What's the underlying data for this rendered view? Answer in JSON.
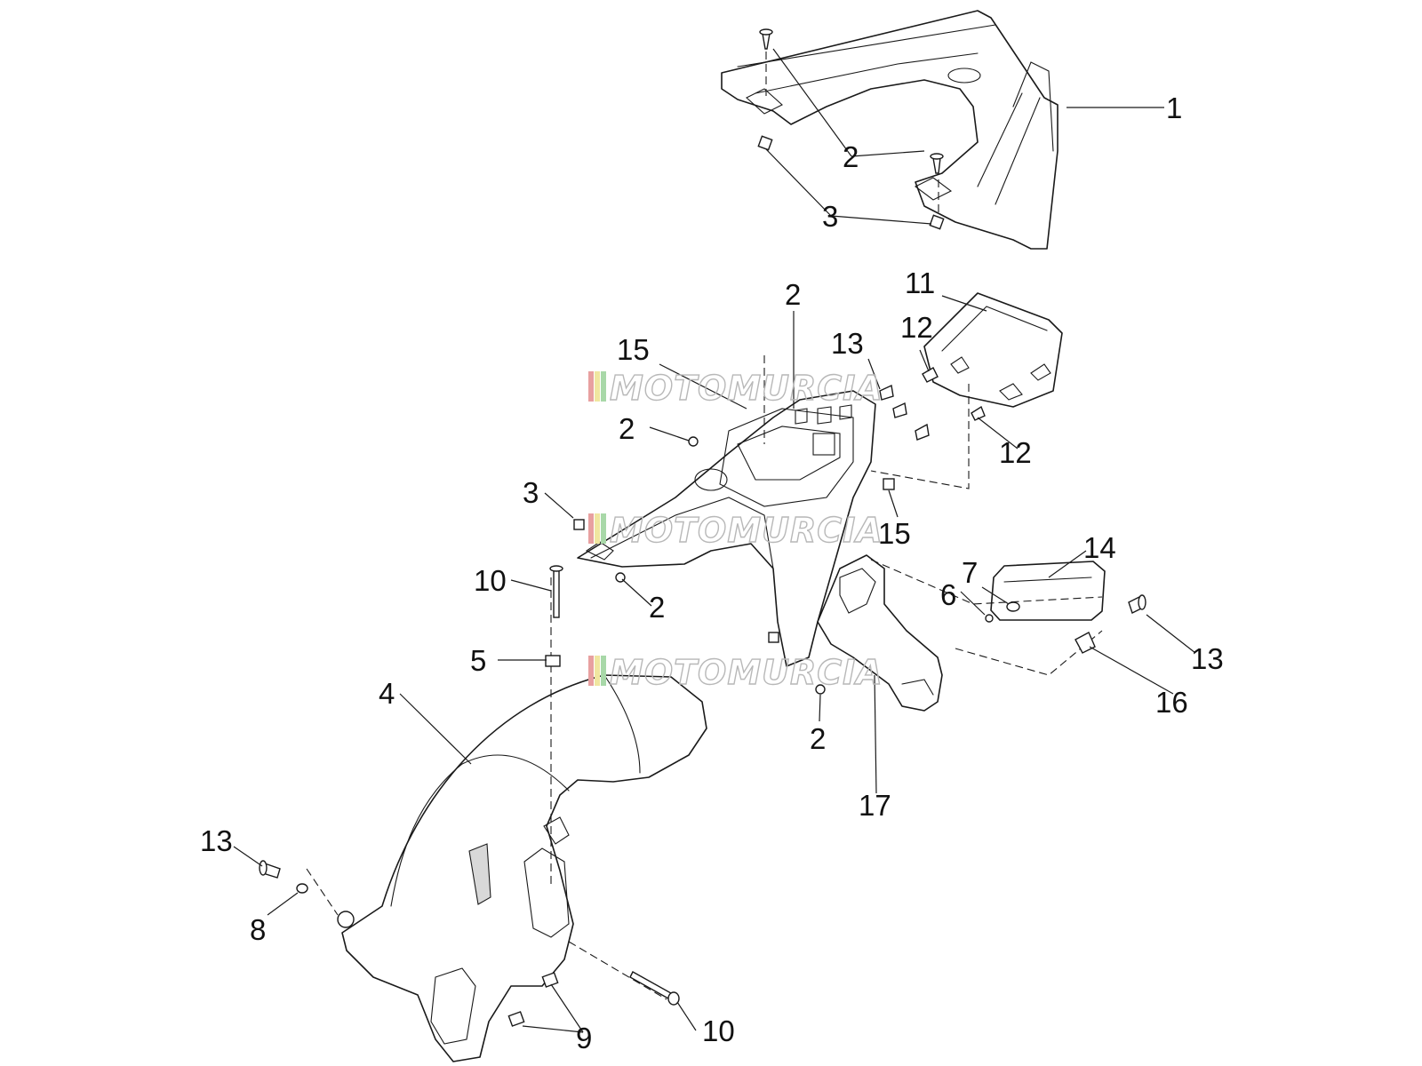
{
  "watermark": {
    "text": "MOTOMURCIA",
    "stripe_colors": [
      "#e8a0a0",
      "#f0e6a0",
      "#a8d8a8",
      "#cccccc"
    ]
  },
  "callouts": [
    {
      "id": "c1",
      "text": "1"
    },
    {
      "id": "c2a",
      "text": "2"
    },
    {
      "id": "c3a",
      "text": "3"
    },
    {
      "id": "c11",
      "text": "11"
    },
    {
      "id": "c2b",
      "text": "2"
    },
    {
      "id": "c12a",
      "text": "12"
    },
    {
      "id": "c15a",
      "text": "15"
    },
    {
      "id": "c13a",
      "text": "13"
    },
    {
      "id": "c12b",
      "text": "12"
    },
    {
      "id": "c2c",
      "text": "2"
    },
    {
      "id": "c3b",
      "text": "3"
    },
    {
      "id": "c15b",
      "text": "15"
    },
    {
      "id": "c14",
      "text": "14"
    },
    {
      "id": "c7",
      "text": "7"
    },
    {
      "id": "c6",
      "text": "6"
    },
    {
      "id": "c10a",
      "text": "10"
    },
    {
      "id": "c2d",
      "text": "2"
    },
    {
      "id": "c13b",
      "text": "13"
    },
    {
      "id": "c5",
      "text": "5"
    },
    {
      "id": "c16",
      "text": "16"
    },
    {
      "id": "c4",
      "text": "4"
    },
    {
      "id": "c2e",
      "text": "2"
    },
    {
      "id": "c17",
      "text": "17"
    },
    {
      "id": "c13c",
      "text": "13"
    },
    {
      "id": "c8",
      "text": "8"
    },
    {
      "id": "c9",
      "text": "9"
    },
    {
      "id": "c10b",
      "text": "10"
    }
  ]
}
